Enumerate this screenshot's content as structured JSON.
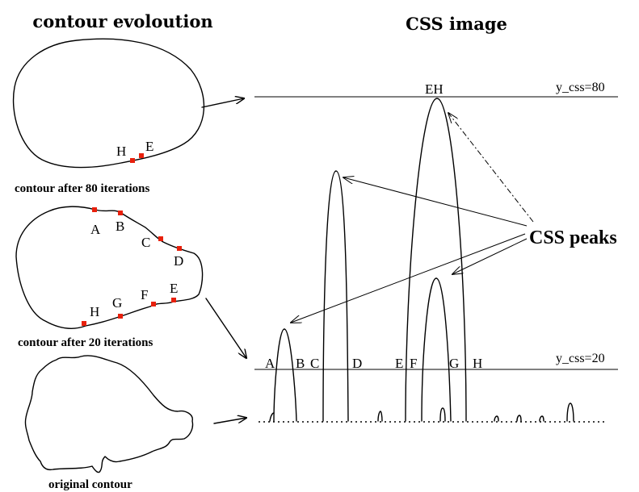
{
  "titles": {
    "left": "contour evoloution",
    "right": "CSS image"
  },
  "contours": [
    {
      "caption": "contour after 80 iterations",
      "points": [
        "H",
        "E"
      ]
    },
    {
      "caption": "contour after 20 iterations",
      "points": [
        "A",
        "B",
        "C",
        "D",
        "H",
        "G",
        "F",
        "E"
      ]
    },
    {
      "caption": "original contour",
      "points": []
    }
  ],
  "css_image": {
    "levels": [
      {
        "label": "y_css=80",
        "value": 80,
        "points_label": "EH"
      },
      {
        "label": "y_css=20",
        "value": 20,
        "points": [
          "A",
          "B",
          "C",
          "D",
          "E",
          "F",
          "G",
          "H"
        ]
      }
    ],
    "annotation": "CSS peaks",
    "colors": {
      "points": "#e8200c",
      "lines": "#000000",
      "background": "#ffffff"
    }
  }
}
